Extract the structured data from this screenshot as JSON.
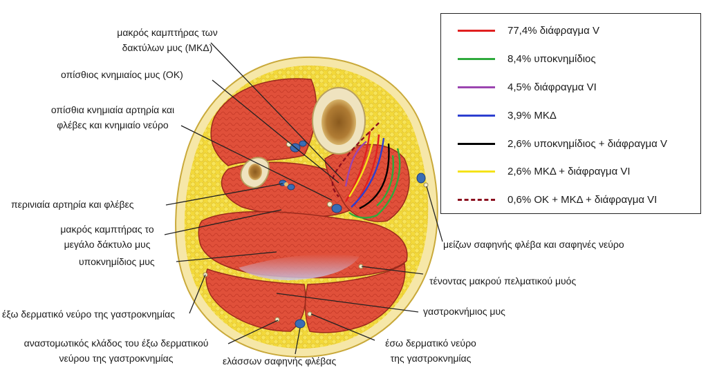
{
  "labels": {
    "fdl": [
      "μακρός καμπτήρας των",
      "δακτύλων μυς (ΜΚΔ)"
    ],
    "tp": "οπίσθιος κνημιαίος μυς (ΟΚ)",
    "pta": [
      "οπίσθια κνημιαία αρτηρία και",
      "φλέβες και κνημιαίο νεύρο"
    ],
    "peroneal": "περινιαία αρτηρία και φλέβες",
    "fhl": [
      "μακρός καμπτήρας το",
      "μεγάλο δάκτυλο μυς"
    ],
    "soleus": "υποκνημίδιος μυς",
    "lateral_sural": "έξω δερματικό νεύρο της γαστροκνημίας",
    "anastomotic": [
      "αναστομωτικός κλάδος του έξω δερματικού",
      "νεύρου της γαστροκνημίας"
    ],
    "small_saphenous": "ελάσσων σαφηνής φλέβας",
    "medial_sural": [
      "έσω δερματικό νεύρο",
      "της γαστροκνημίας"
    ],
    "gastrocnemius": "γαστροκνήμιος μυς",
    "plantaris": "τένοντας μακρού πελματικού μυός",
    "great_saphenous": "μείζων σαφηνής φλέβα και σαφηνές νεύρο"
  },
  "legend": [
    {
      "text": "77,4% διάφραγμα V",
      "color": "#e02020",
      "style": "solid"
    },
    {
      "text": "8,4% υποκνημίδιος",
      "color": "#2eaa3c",
      "style": "solid"
    },
    {
      "text": "4,5% διάφραγμα VI",
      "color": "#9b45b0",
      "style": "solid"
    },
    {
      "text": "3,9% ΜΚΔ",
      "color": "#2d3fd0",
      "style": "solid"
    },
    {
      "text": "2,6% υποκνημίδιος + διάφραγμα V",
      "color": "#000000",
      "style": "solid"
    },
    {
      "text": "2,6% ΜΚΔ + διάφραγμα VI",
      "color": "#f5e31a",
      "style": "solid"
    },
    {
      "text": "0,6% ΟΚ + ΜΚΔ + διάφραγμα VI",
      "color": "#8b0f1e",
      "style": "dashed"
    }
  ],
  "colors": {
    "fat": "#f3d93a",
    "skin": "#f6e7a8",
    "muscle": "#e0503a",
    "bone": "#efe3bf",
    "marrow": "#a8702a",
    "vein": "#3a6db5",
    "leader": "#222222"
  }
}
